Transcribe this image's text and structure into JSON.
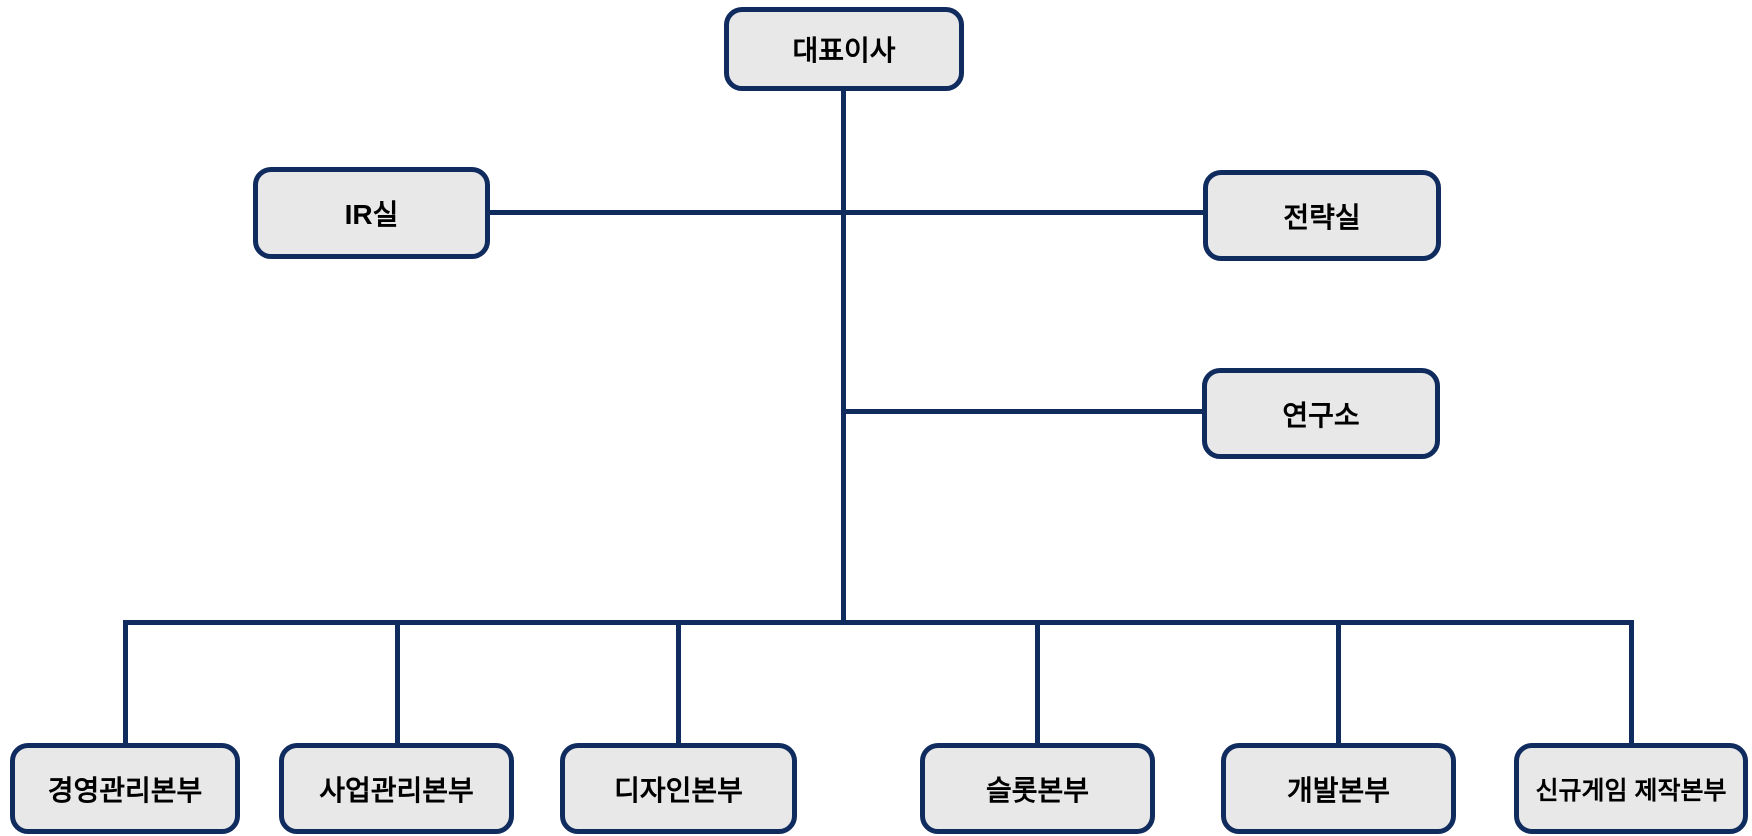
{
  "colors": {
    "background": "#ffffff",
    "connector": "#102c5f",
    "node_fill": "#e8e8e8",
    "node_border": "#102c5f",
    "node_text": "#000000"
  },
  "org_chart": {
    "type": "org-hierarchy",
    "root": {
      "label": "대표이사"
    },
    "staff_units": [
      {
        "label": "IR실",
        "side": "left",
        "level": 1
      },
      {
        "label": "전략실",
        "side": "right",
        "level": 1
      },
      {
        "label": "연구소",
        "side": "right",
        "level": 2
      }
    ],
    "divisions": [
      {
        "label": "경영관리본부"
      },
      {
        "label": "사업관리본부"
      },
      {
        "label": "디자인본부"
      },
      {
        "label": "슬롯본부"
      },
      {
        "label": "개발본부"
      },
      {
        "label": "신규게임 제작본부"
      }
    ]
  }
}
